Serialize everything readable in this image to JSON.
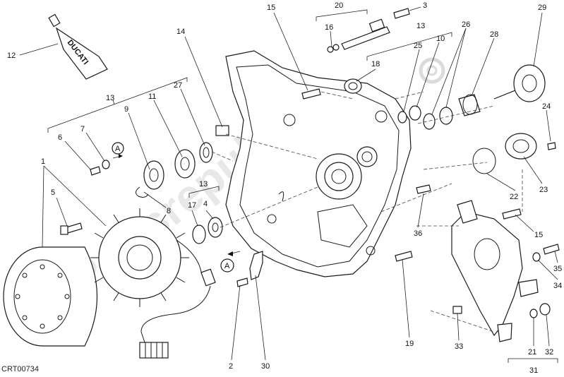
{
  "diagram_code": "CRT00734",
  "tube_label": "DUCATI",
  "watermark": "Partsrepublik",
  "section_marker": "A",
  "callouts": {
    "c1": "1",
    "c2": "2",
    "c3": "3",
    "c4": "4",
    "c5": "5",
    "c6": "6",
    "c7": "7",
    "c8": "8",
    "c9": "9",
    "c10": "10",
    "c11": "11",
    "c12": "12",
    "c13": "13",
    "c14": "14",
    "c15": "15",
    "c16": "16",
    "c17": "17",
    "c18": "18",
    "c19": "19",
    "c20": "20",
    "c21": "21",
    "c22": "22",
    "c23": "23",
    "c24": "24",
    "c25": "25",
    "c26": "26",
    "c27": "27",
    "c28": "28",
    "c29": "29",
    "c30": "30",
    "c31": "31",
    "c32": "32",
    "c33": "33",
    "c34": "34",
    "c35": "35",
    "c36": "36"
  }
}
